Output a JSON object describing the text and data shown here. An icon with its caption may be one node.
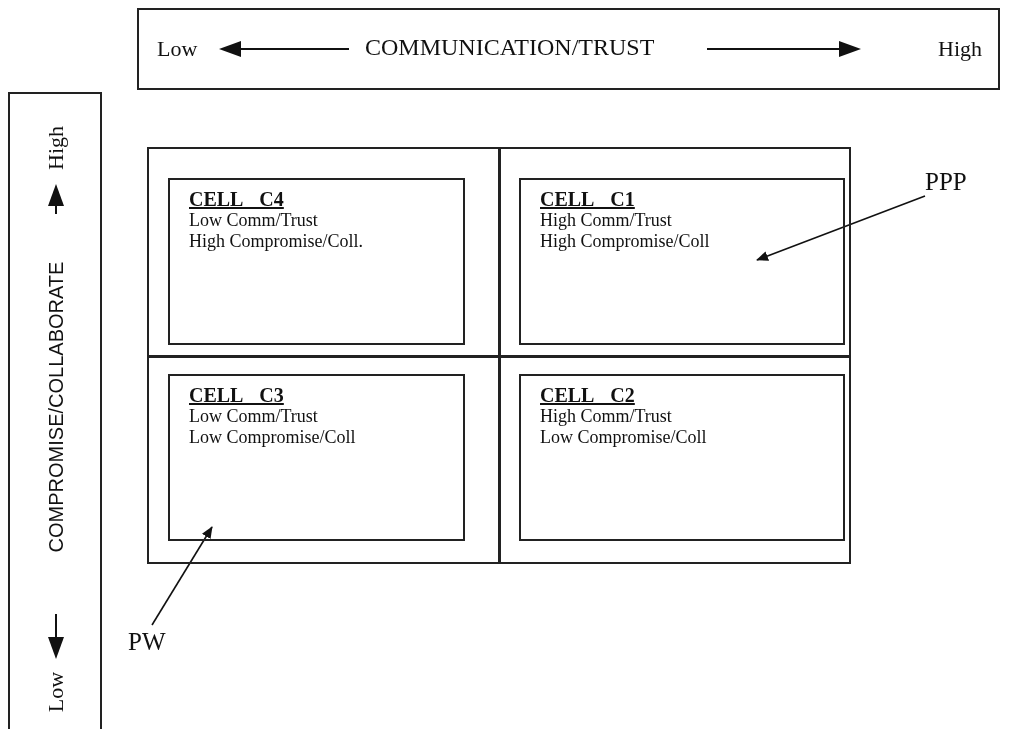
{
  "diagram": {
    "nodes": [
      {
        "text": [
          "Low",
          "COMMUNICATION/TRUST",
          "High"
        ]
      },
      {
        "text": [
          "Low",
          "COMPROMISE/COLLABORATE",
          "High"
        ]
      },
      {
        "text": [],
        "shape": "box"
      },
      {
        "text": [
          "CELL C4",
          "Low Comm/Trust",
          "High Compromise/Coll."
        ],
        "in": 2
      },
      {
        "text": [
          "CELL C1",
          "High Comm/Trust",
          "High Compromise/Coll"
        ],
        "in": 2
      },
      {
        "text": [
          "CELL C3",
          "Low Comm/Trust",
          "Low Compromise/Coll"
        ],
        "in": 2
      },
      {
        "text": [
          "CELL C2",
          "High Comm/Trust",
          "Low Compromise/Coll"
        ],
        "in": 2
      },
      {
        "text": [
          "PPP"
        ]
      },
      {
        "text": [
          "PW"
        ]
      }
    ],
    "edges": [
      {
        "from": 7,
        "to": 4,
        "arrow": "to"
      },
      {
        "from": 8,
        "to": 5,
        "arrow": "to"
      }
    ]
  }
}
